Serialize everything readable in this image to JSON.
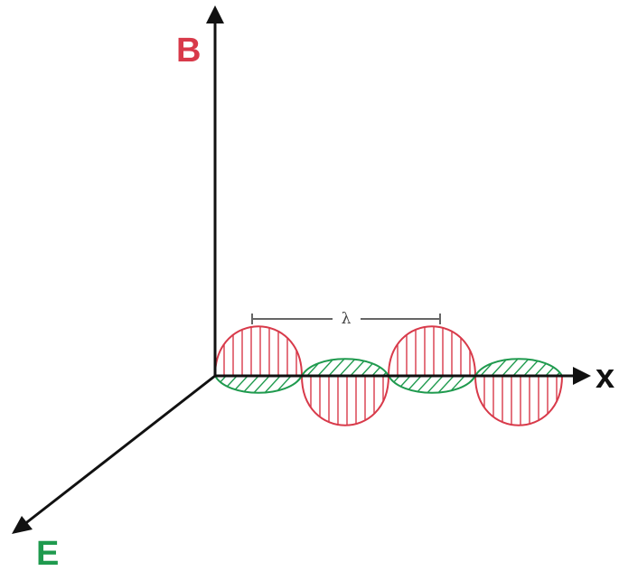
{
  "axes": {
    "b_label": "B",
    "e_label": "E",
    "x_label": "x"
  },
  "wavelength": {
    "label": "λ"
  },
  "colors": {
    "b_field": "#d83a4a",
    "e_field": "#1f9a4e",
    "axis": "#111111",
    "wavelength_marker": "#666666",
    "background": "#ffffff"
  }
}
